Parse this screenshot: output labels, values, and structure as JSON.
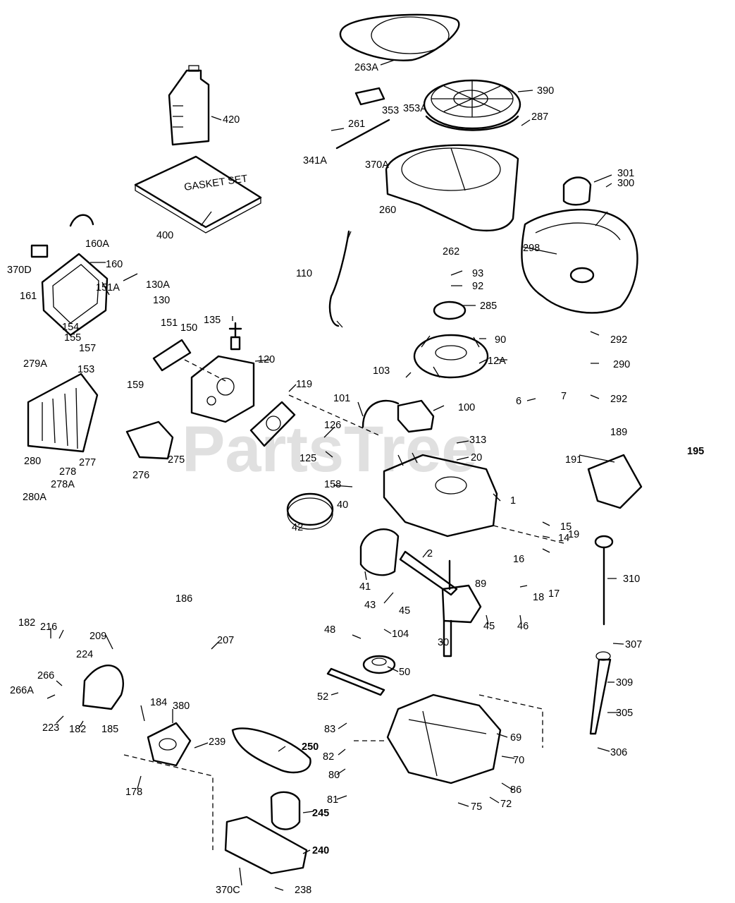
{
  "diagram": {
    "watermark": "PartsTree",
    "gasket_label": "GASKET SET",
    "labels": [
      "263A",
      "390",
      "353",
      "353A",
      "287",
      "261",
      "341A",
      "370A",
      "420",
      "260",
      "301",
      "300",
      "400",
      "160A",
      "262",
      "298",
      "370D",
      "160",
      "151A",
      "130A",
      "161",
      "110",
      "93",
      "92",
      "285",
      "130",
      "151",
      "150",
      "135",
      "154",
      "155",
      "157",
      "90",
      "292",
      "120",
      "12A",
      "153",
      "279A",
      "159",
      "119",
      "103",
      "290",
      "7",
      "292",
      "101",
      "100",
      "6",
      "189",
      "126",
      "195",
      "313",
      "191",
      "20",
      "125",
      "280",
      "278",
      "277",
      "276",
      "275",
      "278A",
      "158",
      "280A",
      "1",
      "40",
      "42",
      "15",
      "14",
      "19",
      "310",
      "2",
      "16",
      "41",
      "89",
      "17",
      "43",
      "45",
      "18",
      "186",
      "45",
      "46",
      "182",
      "216",
      "104",
      "48",
      "209",
      "207",
      "30",
      "224",
      "307",
      "50",
      "266",
      "309",
      "266A",
      "52",
      "223",
      "182",
      "185",
      "184",
      "380",
      "305",
      "83",
      "239",
      "69",
      "250",
      "82",
      "70",
      "306",
      "178",
      "80",
      "86",
      "81",
      "75",
      "72",
      "245",
      "240",
      "370C",
      "238"
    ]
  }
}
